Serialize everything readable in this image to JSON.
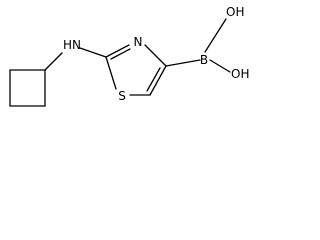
{
  "molecule": {
    "atoms": {
      "amine_nitrogen": "HN",
      "ring_nitrogen": "N",
      "sulfur": "S",
      "boron": "B",
      "hydroxyl_top": "OH",
      "hydroxyl_bottom": "OH"
    },
    "colors": {
      "bond": "#000000",
      "label": "#000000",
      "background": "#ffffff"
    }
  }
}
